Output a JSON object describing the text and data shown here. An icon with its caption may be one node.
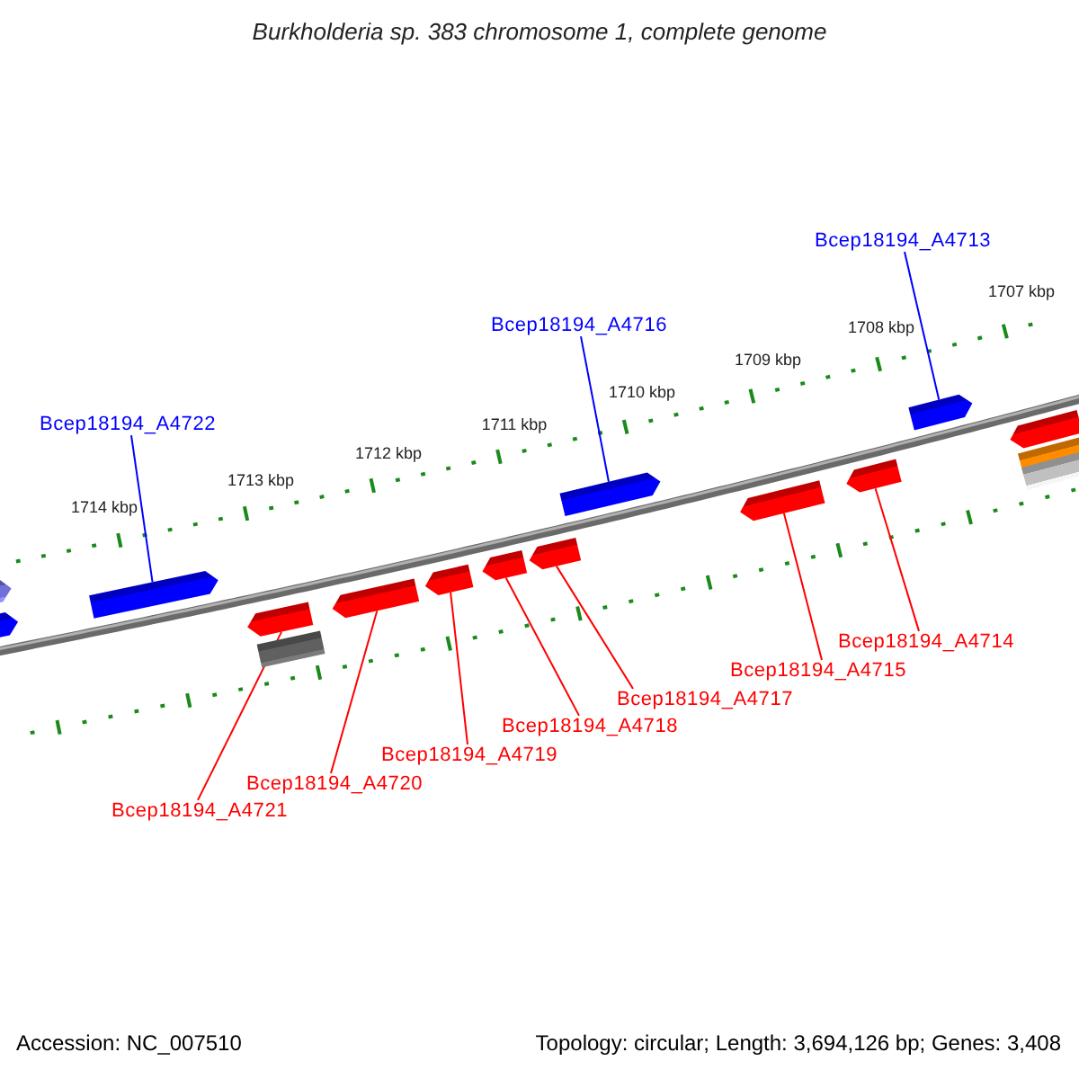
{
  "diagram": {
    "title": "Burkholderia sp. 383 chromosome 1, complete genome",
    "nodes": [
      {
        "text": [
          "Bcep18194_A4713"
        ]
      },
      {
        "text": [
          "Bcep18194_A4716"
        ]
      },
      {
        "text": [
          "Bcep18194_A4722"
        ]
      },
      {
        "text": [
          "Bcep18194_A4714"
        ]
      },
      {
        "text": [
          "Bcep18194_A4715"
        ]
      },
      {
        "text": [
          "Bcep18194_A4717"
        ]
      },
      {
        "text": [
          "Bcep18194_A4718"
        ]
      },
      {
        "text": [
          "Bcep18194_A4719"
        ]
      },
      {
        "text": [
          "Bcep18194_A4720"
        ]
      },
      {
        "text": [
          "Bcep18194_A4721"
        ]
      },
      {
        "text": [],
        "shape": "arrow"
      },
      {
        "text": [],
        "shape": "arrow"
      },
      {
        "text": [],
        "shape": "arrow"
      },
      {
        "text": [],
        "shape": "arrow"
      },
      {
        "text": [],
        "shape": "bar"
      },
      {
        "text": [],
        "shape": "arrow"
      },
      {
        "text": [],
        "shape": "arrow"
      },
      {
        "text": [],
        "shape": "arrow"
      },
      {
        "text": [],
        "shape": "arrow"
      },
      {
        "text": [],
        "shape": "arrow"
      },
      {
        "text": [],
        "shape": "arrow"
      },
      {
        "text": [],
        "shape": "arrow"
      },
      {
        "text": [],
        "shape": "arrow"
      },
      {
        "text": [],
        "shape": "arrow"
      },
      {
        "text": [],
        "shape": "bar"
      },
      {
        "text": [],
        "shape": "bar"
      }
    ],
    "edges": [
      {
        "from": 0,
        "to": 22,
        "arrow": "none",
        "color": "#0000ff"
      },
      {
        "from": 1,
        "to": 19,
        "arrow": "none",
        "color": "#0000ff"
      },
      {
        "from": 2,
        "to": 12,
        "arrow": "none",
        "color": "#0000ff"
      },
      {
        "from": 3,
        "to": 21,
        "arrow": "none"
      },
      {
        "from": 4,
        "to": 20,
        "arrow": "none"
      },
      {
        "from": 5,
        "to": 18,
        "arrow": "none"
      },
      {
        "from": 6,
        "to": 17,
        "arrow": "none"
      },
      {
        "from": 7,
        "to": 16,
        "arrow": "none"
      },
      {
        "from": 8,
        "to": 15,
        "arrow": "none"
      },
      {
        "from": 9,
        "to": 13,
        "arrow": "none"
      }
    ],
    "labels": [
      "1707 kbp",
      "1708 kbp",
      "1709 kbp",
      "1710 kbp",
      "1711 kbp",
      "1712 kbp",
      "1713 kbp",
      "1714 kbp",
      "Accession: NC_007510",
      "Topology: circular; Length: 3,694,126 bp; Genes: 3,408"
    ]
  }
}
